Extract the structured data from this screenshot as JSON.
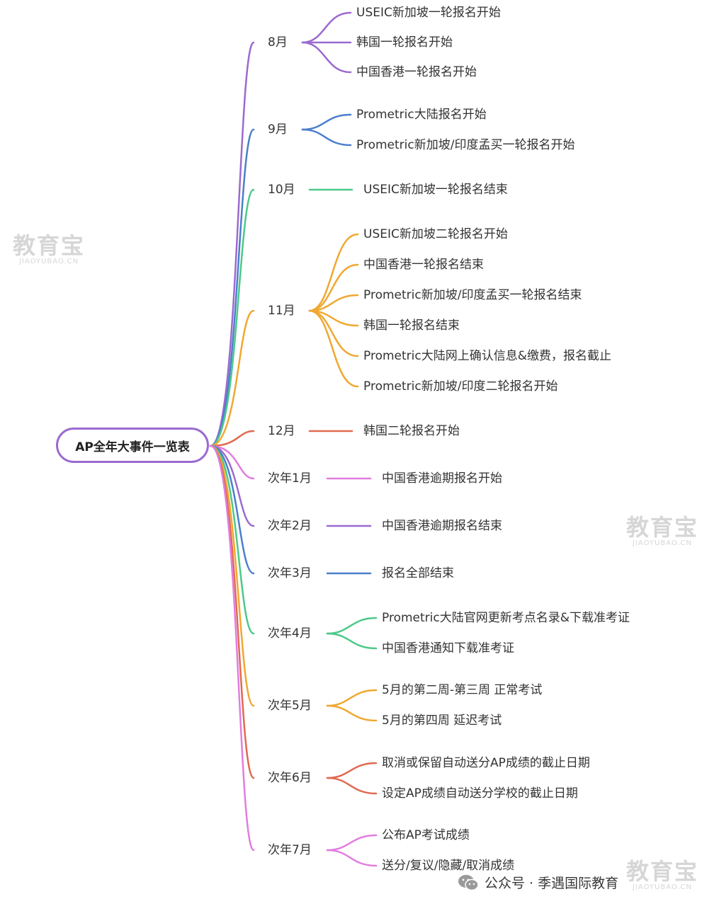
{
  "root": "AP全年大事件一览表",
  "colors": {
    "purple": "#9b6ad0",
    "blue": "#4b7fcc",
    "green": "#4cc989",
    "orange": "#f0a830",
    "red": "#e06a50",
    "pink": "#e27de0"
  },
  "months": [
    {
      "label": "8月",
      "color": "purple",
      "items": [
        "USEIC新加坡一轮报名开始",
        "韩国一轮报名开始",
        "中国香港一轮报名开始"
      ]
    },
    {
      "label": "9月",
      "color": "blue",
      "items": [
        "Prometric大陆报名开始",
        "Prometric新加坡/印度孟买一轮报名开始"
      ]
    },
    {
      "label": "10月",
      "color": "green",
      "items": [
        "USEIC新加坡一轮报名结束"
      ]
    },
    {
      "label": "11月",
      "color": "orange",
      "items": [
        "USEIC新加坡二轮报名开始",
        "中国香港一轮报名结束",
        "Prometric新加坡/印度孟买一轮报名结束",
        "韩国一轮报名结束",
        "Prometric大陆网上确认信息&缴费，报名截止",
        "Prometric新加坡/印度二轮报名开始"
      ]
    },
    {
      "label": "12月",
      "color": "red",
      "items": [
        "韩国二轮报名开始"
      ]
    },
    {
      "label": "次年1月",
      "color": "pink",
      "items": [
        "中国香港逾期报名开始"
      ]
    },
    {
      "label": "次年2月",
      "color": "purple",
      "items": [
        "中国香港逾期报名结束"
      ]
    },
    {
      "label": "次年3月",
      "color": "blue",
      "items": [
        "报名全部结束"
      ]
    },
    {
      "label": "次年4月",
      "color": "green",
      "items": [
        "Prometric大陆官网更新考点名录&下载准考证",
        "中国香港通知下载准考证"
      ]
    },
    {
      "label": "次年5月",
      "color": "orange",
      "items": [
        "5月的第二周-第三周 正常考试",
        "5月的第四周 延迟考试"
      ]
    },
    {
      "label": "次年6月",
      "color": "red",
      "items": [
        "取消或保留自动送分AP成绩的截止日期",
        "设定AP成绩自动送分学校的截止日期"
      ]
    },
    {
      "label": "次年7月",
      "color": "pink",
      "items": [
        "公布AP考试成绩",
        "送分/复议/隐藏/取消成绩"
      ]
    }
  ],
  "watermark": {
    "cn": "教育宝",
    "en": "JIAOYUBAO.CN"
  },
  "footer": {
    "text": "公众号 · 季遇国际教育",
    "icon": "wechat-icon"
  }
}
